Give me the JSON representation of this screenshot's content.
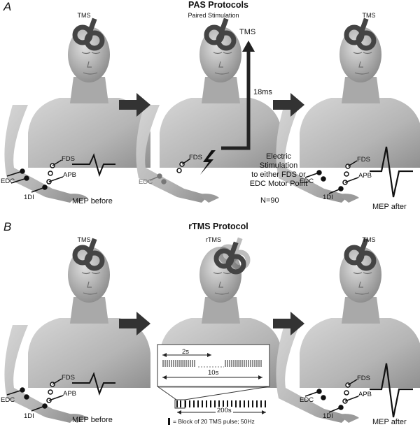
{
  "panel_a": {
    "letter": "A",
    "title": "PAS Protocols",
    "left_caption": "TMS",
    "middle_caption": "Paired Stimulation",
    "right_caption": "TMS",
    "tms_label": "TMS",
    "delay_label": "18ms",
    "stim_text": [
      "Electric",
      "Stimulation",
      "to either FDS or",
      "EDC Motor Point"
    ],
    "n_label": "N=90",
    "mep_before": "MEP before",
    "mep_after": "MEP after",
    "muscles": {
      "fds": "FDS",
      "apb": "APB",
      "edc": "EDC",
      "fdi": "1DI"
    }
  },
  "panel_b": {
    "letter": "B",
    "title": "rTMS Protocol",
    "left_caption": "TMS",
    "middle_caption": "rTMS",
    "right_caption": "TMS",
    "mep_before": "MEP before",
    "mep_after": "MEP after",
    "muscles": {
      "fds": "FDS",
      "apb": "APB",
      "edc": "EDC",
      "fdi": "1DI"
    },
    "inset_2s": "2s",
    "inset_10s": "10s",
    "train_200s": "200s",
    "legend": "= Block of 20 TMS pulse; 50Hz"
  },
  "colors": {
    "skin": "#b9b9b9",
    "coil": "#4a4a4a",
    "arrow": "#333333"
  }
}
